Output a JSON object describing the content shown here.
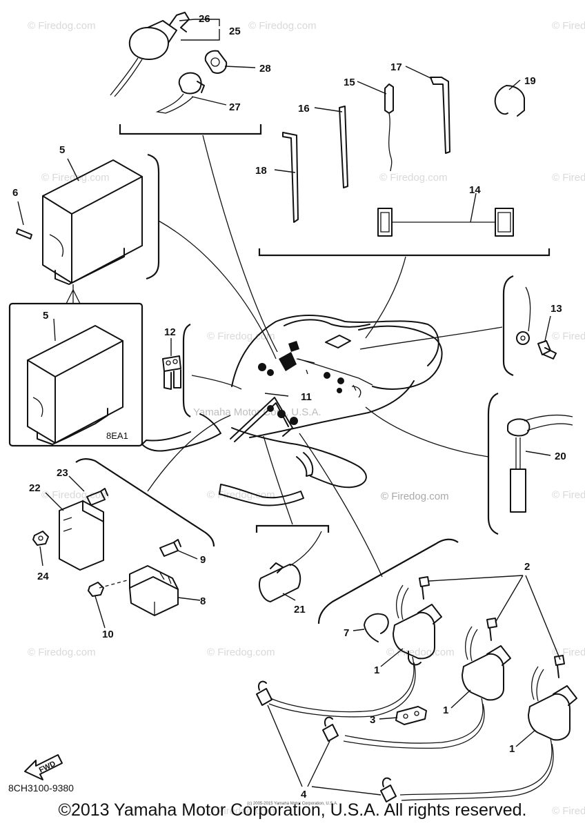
{
  "watermark": {
    "text": "© Firedog.com",
    "center_text": "Yamaha Motor Corp, U.S.A.",
    "big_text": "© Firedog.com"
  },
  "callouts": {
    "c1": "1",
    "c2": "2",
    "c3": "3",
    "c4": "4",
    "c5": "5",
    "c6": "6",
    "c7": "7",
    "c8": "8",
    "c9": "9",
    "c10": "10",
    "c11": "11",
    "c12": "12",
    "c13": "13",
    "c14": "14",
    "c15": "15",
    "c16": "16",
    "c17": "17",
    "c18": "18",
    "c19": "19",
    "c20": "20",
    "c21": "21",
    "c22": "22",
    "c23": "23",
    "c24": "24",
    "c25": "25",
    "c26": "26",
    "c27": "27",
    "c28": "28"
  },
  "inset_label": "8EA1",
  "forward_label": "FWD",
  "reference_code": "8CH3100-9380",
  "tiny_copyright": "(c) 2005-2015 Yamaha Motor Corporation, U.S.A.",
  "footer": "©2013 Yamaha Motor Corporation, U.S.A. All rights reserved."
}
